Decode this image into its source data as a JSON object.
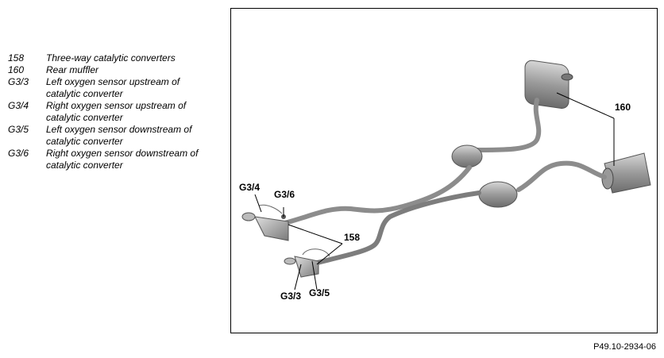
{
  "legend": {
    "items": [
      {
        "code": "158",
        "description": "Three-way catalytic converters"
      },
      {
        "code": "160",
        "description": "Rear muffler"
      },
      {
        "code": "G3/3",
        "description": "Left oxygen sensor upstream of\ncatalytic converter"
      },
      {
        "code": "G3/4",
        "description": "Right oxygen sensor upstream of\ncatalytic converter"
      },
      {
        "code": "G3/5",
        "description": "Left oxygen sensor downstream of\ncatalytic converter"
      },
      {
        "code": "G3/6",
        "description": "Right oxygen sensor downstream of\ncatalytic converter"
      }
    ]
  },
  "callouts": {
    "c160": "160",
    "c158": "158",
    "g34": "G3/4",
    "g36": "G3/6",
    "g33": "G3/3",
    "g35": "G3/5"
  },
  "reference_code": "P49.10-2934-06",
  "colors": {
    "pipe": "#8c8c8c",
    "pipe_dark": "#5a5a5a",
    "muffler": "#a8a8a8",
    "frame": "#000000"
  }
}
